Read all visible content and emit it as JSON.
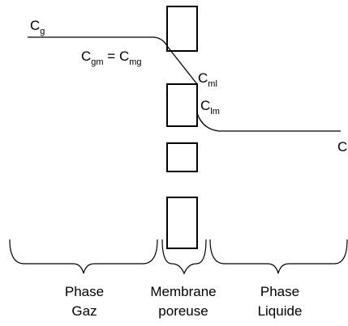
{
  "concentrations": {
    "c_g": {
      "base": "C",
      "sub": "g"
    },
    "c_gm_eq_c_mg": {
      "base1": "C",
      "sub1": "gm",
      "eq": " = ",
      "base2": "C",
      "sub2": "mg"
    },
    "c_ml": {
      "base": "C",
      "sub": "ml"
    },
    "c_lm": {
      "base": "C",
      "sub": "lm"
    },
    "c_l": {
      "base": "C"
    }
  },
  "regions": {
    "gas": {
      "line1": "Phase",
      "line2": "Gaz"
    },
    "membrane": {
      "line1": "Membrane",
      "line2": "poreuse"
    },
    "liquid": {
      "line1": "Phase",
      "line2": "Liquide"
    }
  },
  "colors": {
    "stroke": "#000000",
    "text": "#000000",
    "background": "#ffffff"
  }
}
